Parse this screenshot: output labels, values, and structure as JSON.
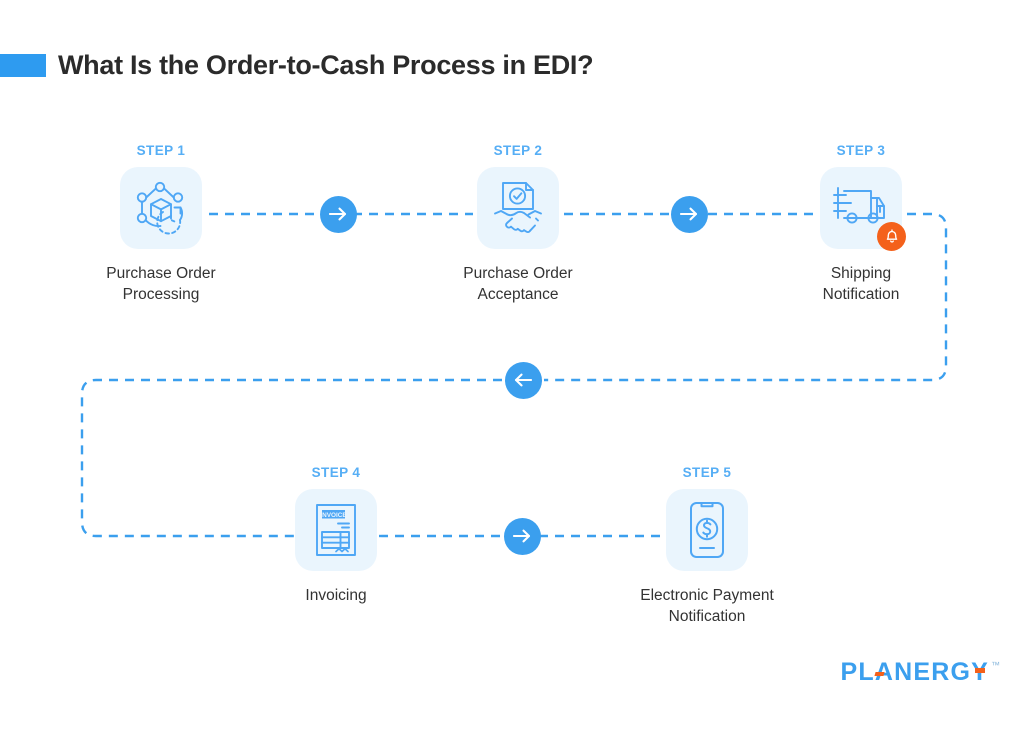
{
  "header": {
    "title": "What Is the Order-to-Cash Process in EDI?",
    "bullet_color": "#2E9BF0"
  },
  "theme": {
    "accent_blue": "#3B9FEE",
    "label_blue": "#56AEF5",
    "tile_bg": "#EAF5FD",
    "icon_stroke": "#4FA7F5",
    "badge_orange": "#F4611B",
    "caption_color": "#333333",
    "dashed_line_color": "#3B9FEE"
  },
  "diagram": {
    "type": "process-flow",
    "direction": "serpentine-left-to-right-then-wrap",
    "steps": [
      {
        "id": "step-1",
        "label": "STEP 1",
        "caption": "Purchase Order\nProcessing",
        "icon": "network-box-clock-icon",
        "badge": null
      },
      {
        "id": "step-2",
        "label": "STEP 2",
        "caption": "Purchase Order\nAcceptance",
        "icon": "document-check-handshake-icon",
        "badge": null
      },
      {
        "id": "step-3",
        "label": "STEP 3",
        "caption": "Shipping\nNotification",
        "icon": "delivery-truck-icon",
        "badge": "bell-icon"
      },
      {
        "id": "step-4",
        "label": "STEP 4",
        "caption": "Invoicing",
        "icon": "invoice-document-icon",
        "badge": null,
        "icon_text": "INVOICE"
      },
      {
        "id": "step-5",
        "label": "STEP 5",
        "caption": "Electronic Payment\nNotification",
        "icon": "smartphone-dollar-icon",
        "badge": null
      }
    ],
    "connectors": [
      {
        "id": "connector-1-2",
        "from": "step-1",
        "to": "step-2",
        "arrow": "arrow-right-icon"
      },
      {
        "id": "connector-2-3",
        "from": "step-2",
        "to": "step-3",
        "arrow": "arrow-right-icon"
      },
      {
        "id": "connector-3-4",
        "from": "step-3",
        "to": "step-4",
        "arrow": "arrow-left-icon"
      },
      {
        "id": "connector-4-5",
        "from": "step-4",
        "to": "step-5",
        "arrow": "arrow-right-icon"
      }
    ]
  },
  "logo": {
    "text": "PLANERGY",
    "trademark": "™"
  }
}
